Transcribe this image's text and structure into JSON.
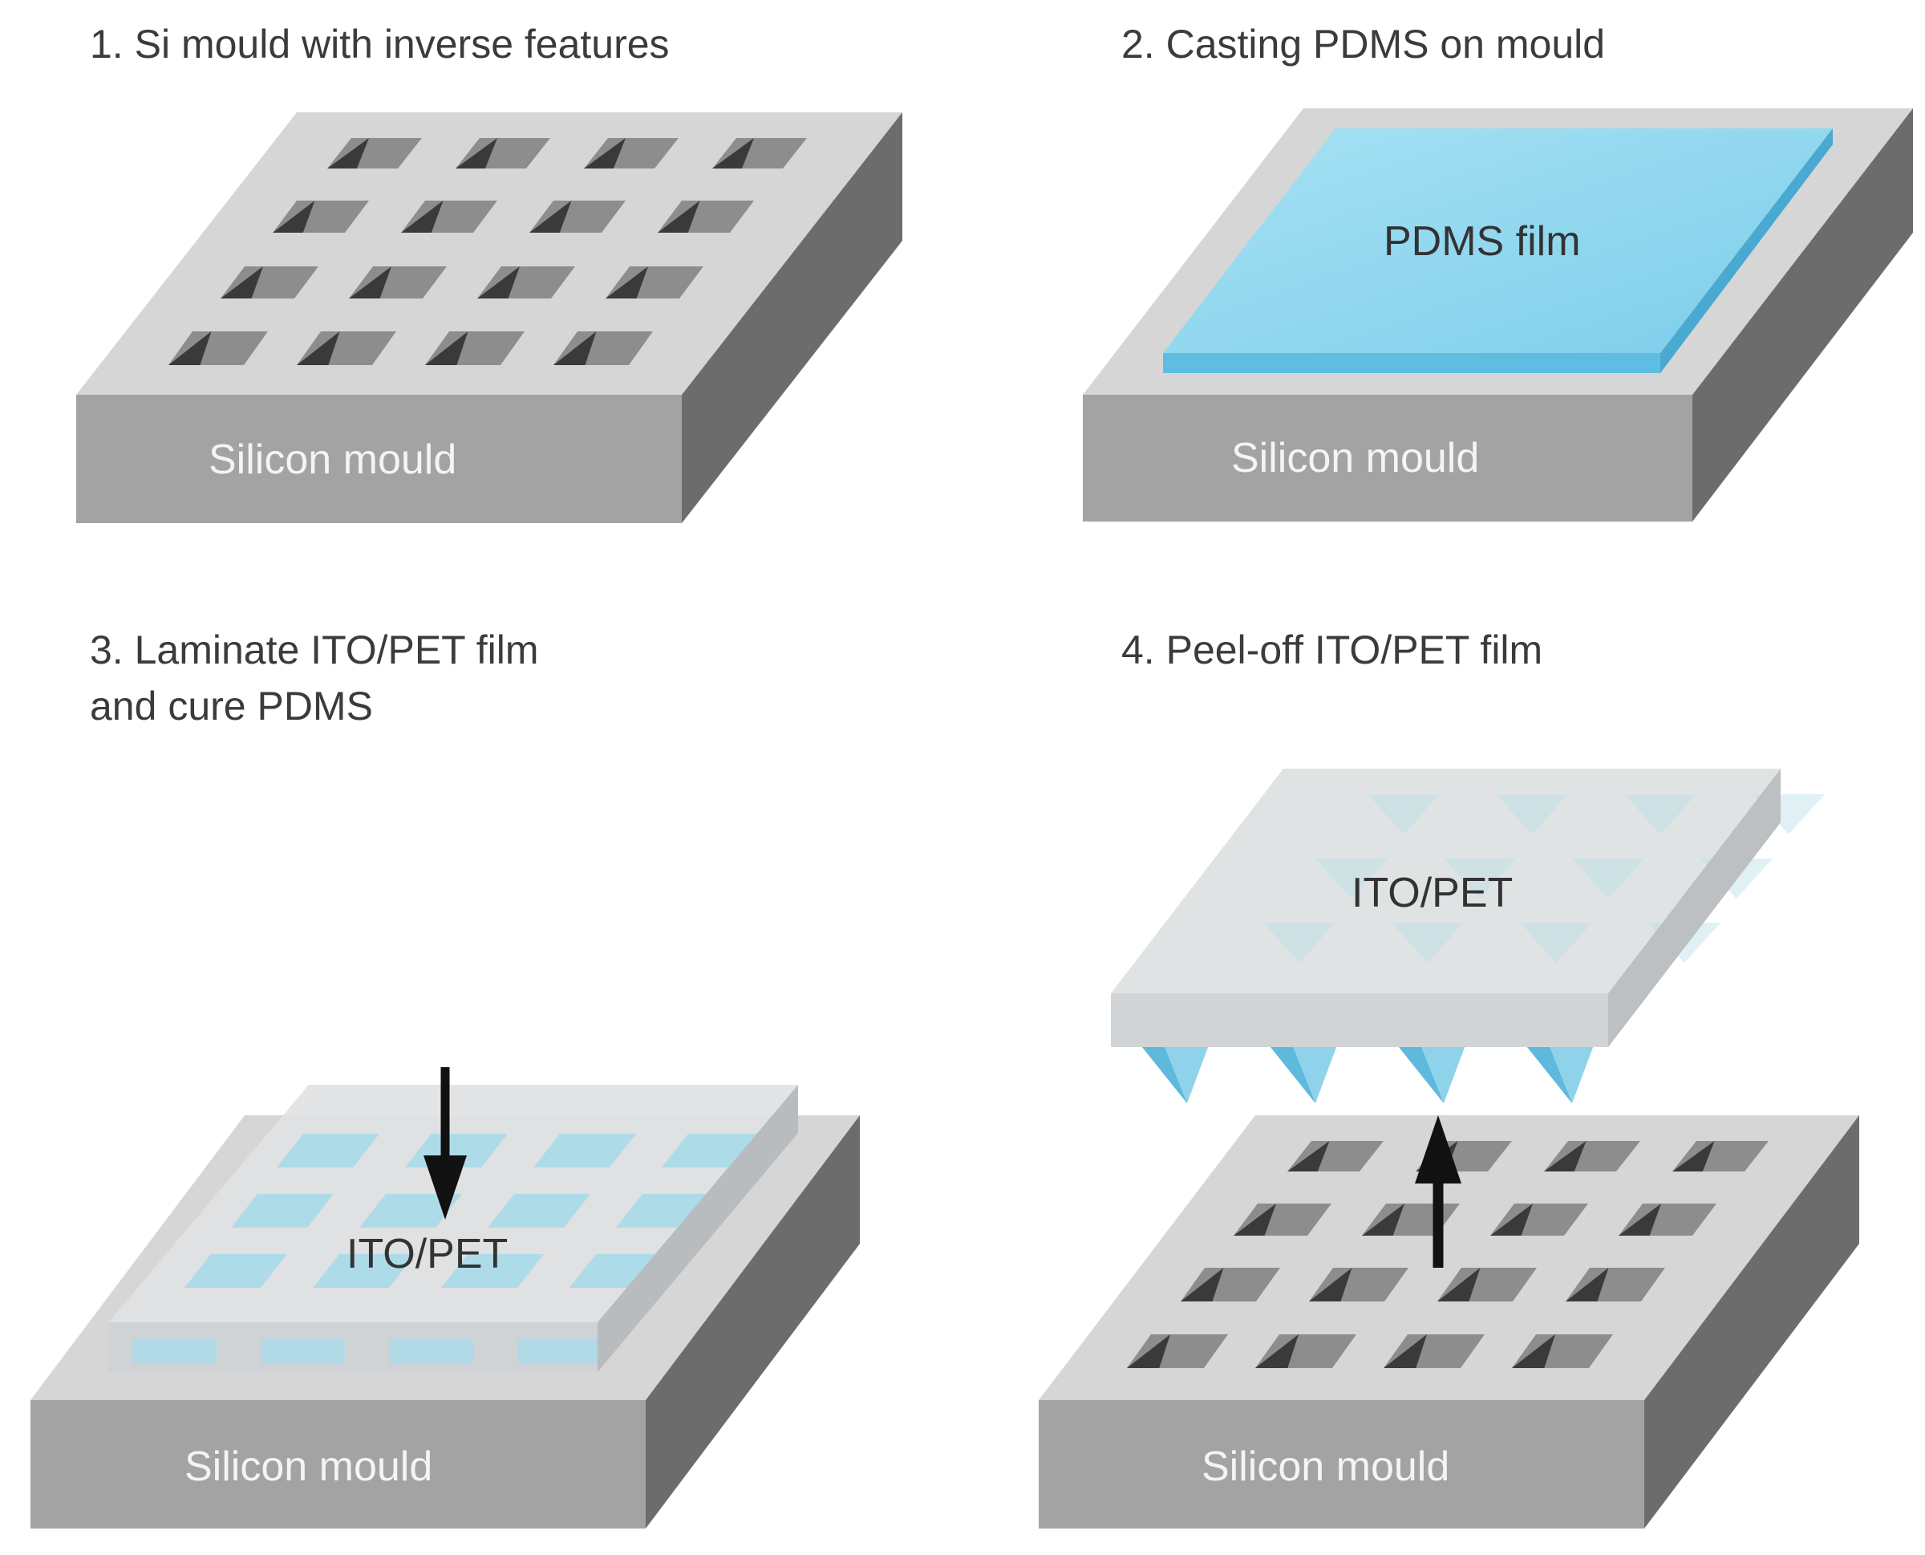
{
  "panels": [
    {
      "title": "1. Si mould with inverse features",
      "base_label": "Silicon mould"
    },
    {
      "title": "2. Casting PDMS on mould",
      "base_label": "Silicon mould",
      "film_label": "PDMS film"
    },
    {
      "title_line1": "3. Laminate ITO/PET film",
      "title_line2": "and cure PDMS",
      "base_label": "Silicon mould",
      "film_label": "ITO/PET"
    },
    {
      "title": "4. Peel-off ITO/PET film",
      "base_label": "Silicon mould",
      "film_label": "ITO/PET"
    }
  ],
  "colors": {
    "mould_top": "#d6d6d6",
    "mould_front": "#a3a3a3",
    "mould_side": "#6c6c6c",
    "pit": "#8a8a8a",
    "pit_dark": "#3a3a3a",
    "pdms": "#8fd6ee",
    "film": "#e4e6e7",
    "arrow": "#111111"
  }
}
